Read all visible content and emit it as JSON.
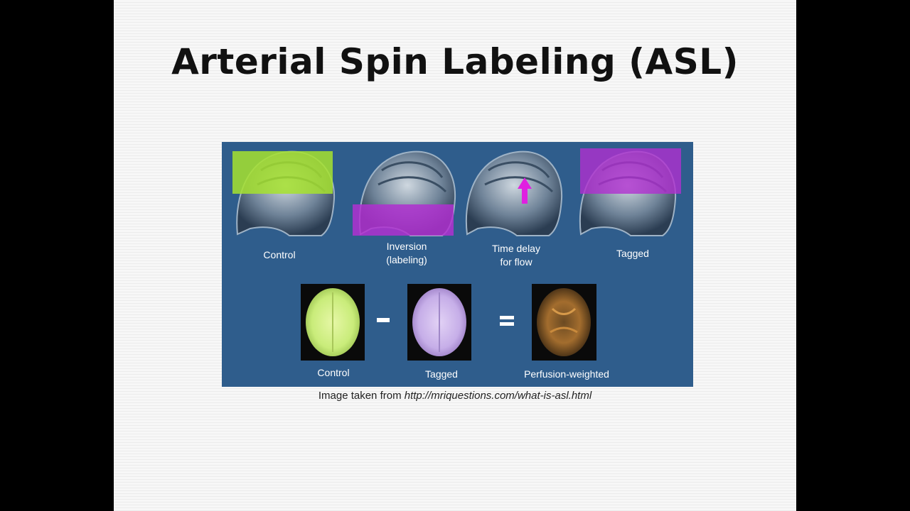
{
  "slide": {
    "title": "Arterial Spin Labeling (ASL)"
  },
  "figure": {
    "top_row": [
      {
        "line1": "Control",
        "line2": ""
      },
      {
        "line1": "Inversion",
        "line2": "(labeling)"
      },
      {
        "line1": "Time delay",
        "line2": "for flow"
      },
      {
        "line1": "Tagged",
        "line2": ""
      }
    ],
    "bottom_row": {
      "control_label": "Control",
      "tagged_label": "Tagged",
      "perfusion_label": "Perfusion-weighted",
      "minus_symbol": "-",
      "equals_symbol": "="
    },
    "colors": {
      "background": "#2f5d8c",
      "control_overlay": "#a6e22e",
      "tag_overlay": "#b030d0",
      "arrow": "#e020e0"
    }
  },
  "caption": {
    "prefix": "Image taken from ",
    "url": "http://mriquestions.com/what-is-asl.html"
  }
}
